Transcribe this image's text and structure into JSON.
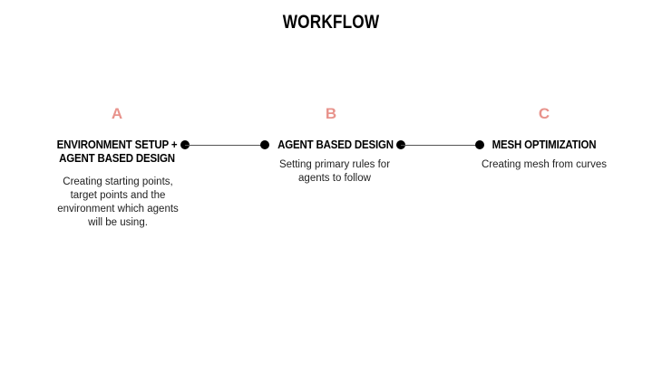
{
  "title": "WORKFLOW",
  "accent_color": "#e8938c",
  "steps": [
    {
      "letter": "A",
      "title_lines": [
        "ENVIRONMENT SETUP +",
        "AGENT BASED DESIGN"
      ],
      "description_lines": [
        "Creating starting points,",
        "target points and the",
        "environment which agents",
        "will be using."
      ]
    },
    {
      "letter": "B",
      "title_lines": [
        "AGENT BASED DESIGN"
      ],
      "description_lines": [
        "Setting primary rules for",
        "agents to follow"
      ]
    },
    {
      "letter": "C",
      "title_lines": [
        "MESH OPTIMIZATION"
      ],
      "description_lines": [
        "Creating mesh from curves"
      ]
    }
  ]
}
